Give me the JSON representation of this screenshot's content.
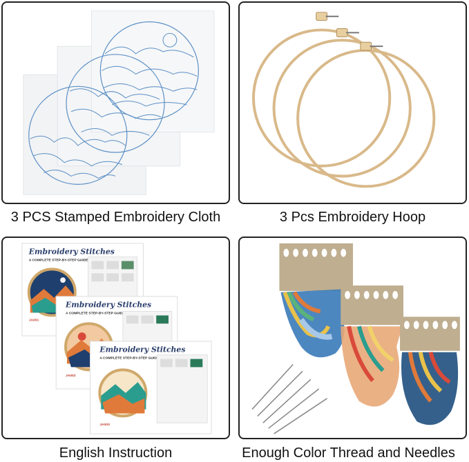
{
  "captions": {
    "cloth": "3 PCS Stamped Embroidery Cloth",
    "hoop": "3 Pcs Embroidery Hoop",
    "instruction": "English Instruction",
    "thread": "Enough Color Thread and Needles"
  },
  "instruction_sheets": {
    "title": "Embroidery Stitches",
    "subtitle": "A COMPLETE STEP-BY-STEP GUIDE",
    "codes": [
      "JA001",
      "JA002",
      "JA003"
    ]
  },
  "colors": {
    "cloth_line": "#5a8fc4",
    "hoop_wood": "#d9b98a",
    "panel_border": "#222222"
  }
}
